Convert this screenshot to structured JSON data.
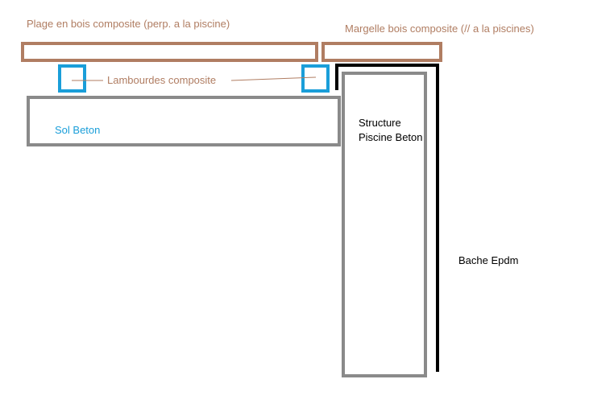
{
  "colors": {
    "wood": "#b07d62",
    "joist": "#1a9ed9",
    "concrete": "#8a8a8a",
    "liner": "#000000",
    "text_dark": "#000000"
  },
  "labels": {
    "plage": "Plage en bois composite (perp. a la piscine)",
    "margelle": "Margelle bois composite (// a la piscines)",
    "lambourdes": "Lambourdes composite",
    "sol_beton": "Sol Beton",
    "structure_line1": "Structure",
    "structure_line2": "Piscine Beton",
    "bache": "Bache Epdm"
  }
}
